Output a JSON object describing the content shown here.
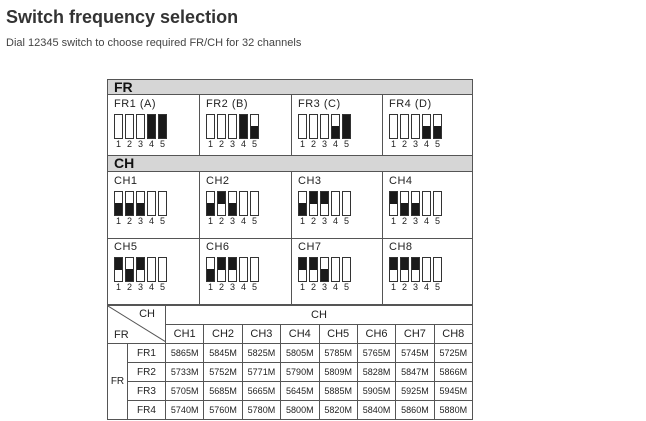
{
  "title": "Switch frequency selection",
  "subtitle": "Dial 12345 switch to choose required FR/CH for 32 channels",
  "fr_section": "FR",
  "ch_section": "CH",
  "switch_numbers": [
    "1",
    "2",
    "3",
    "4",
    "5"
  ],
  "fr_groups": [
    {
      "label": "FR1 (A)",
      "switches": [
        "up",
        "up",
        "up",
        "full",
        "full"
      ]
    },
    {
      "label": "FR2 (B)",
      "switches": [
        "up",
        "up",
        "up",
        "full",
        "bottom"
      ]
    },
    {
      "label": "FR3 (C)",
      "switches": [
        "up",
        "up",
        "up",
        "bottom",
        "full"
      ]
    },
    {
      "label": "FR4 (D)",
      "switches": [
        "up",
        "up",
        "up",
        "bottom",
        "bottom"
      ]
    }
  ],
  "ch_groups": [
    {
      "label": "CH1",
      "switches": [
        "bottom",
        "bottom",
        "bottom",
        "up",
        "up"
      ]
    },
    {
      "label": "CH2",
      "switches": [
        "bottom",
        "top",
        "bottom",
        "up",
        "up"
      ]
    },
    {
      "label": "CH3",
      "switches": [
        "bottom",
        "top",
        "top",
        "up",
        "up"
      ]
    },
    {
      "label": "CH4",
      "switches": [
        "top",
        "bottom",
        "bottom",
        "up",
        "up"
      ]
    },
    {
      "label": "CH5",
      "switches": [
        "top",
        "bottom",
        "top",
        "up",
        "up"
      ]
    },
    {
      "label": "CH6",
      "switches": [
        "bottom",
        "top",
        "top",
        "up",
        "up"
      ]
    },
    {
      "label": "CH7",
      "switches": [
        "top",
        "top",
        "bottom",
        "up",
        "up"
      ]
    },
    {
      "label": "CH8",
      "switches": [
        "top",
        "top",
        "top",
        "up",
        "up"
      ]
    }
  ],
  "table": {
    "corner_ch": "CH",
    "corner_fr": "FR",
    "ch_header": "CH",
    "fr_header": "FR",
    "columns": [
      "CH1",
      "CH2",
      "CH3",
      "CH4",
      "CH5",
      "CH6",
      "CH7",
      "CH8"
    ],
    "rows": [
      {
        "label": "FR1",
        "values": [
          "5865M",
          "5845M",
          "5825M",
          "5805M",
          "5785M",
          "5765M",
          "5745M",
          "5725M"
        ]
      },
      {
        "label": "FR2",
        "values": [
          "5733M",
          "5752M",
          "5771M",
          "5790M",
          "5809M",
          "5828M",
          "5847M",
          "5866M"
        ]
      },
      {
        "label": "FR3",
        "values": [
          "5705M",
          "5685M",
          "5665M",
          "5645M",
          "5885M",
          "5905M",
          "5925M",
          "5945M"
        ]
      },
      {
        "label": "FR4",
        "values": [
          "5740M",
          "5760M",
          "5780M",
          "5800M",
          "5820M",
          "5840M",
          "5860M",
          "5880M"
        ]
      }
    ]
  }
}
